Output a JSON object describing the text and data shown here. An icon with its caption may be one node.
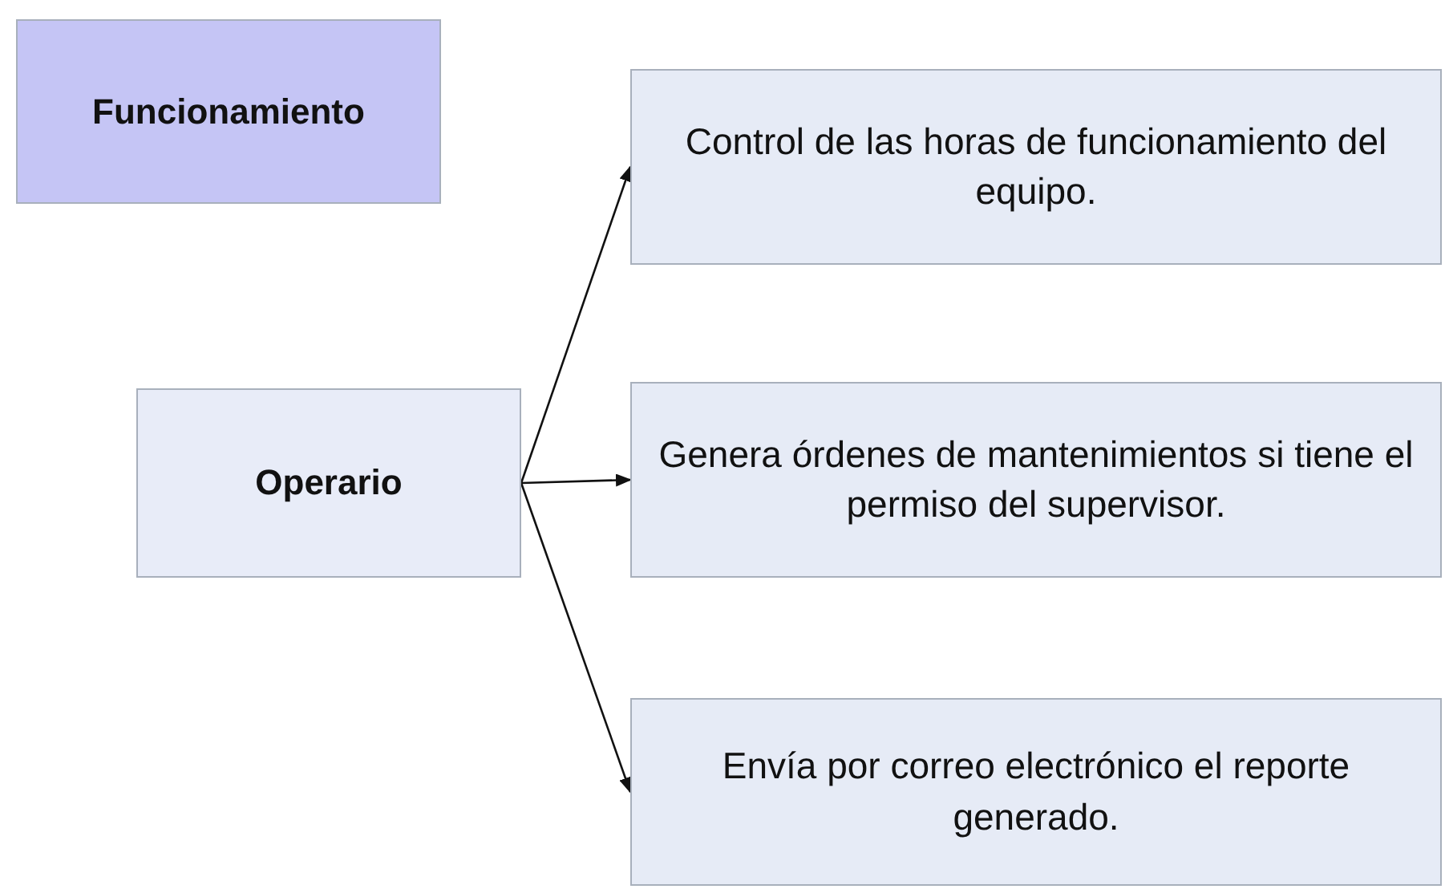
{
  "diagram": {
    "nodes": [
      {
        "text": [
          "Funcionamiento"
        ]
      },
      {
        "text": [
          "Operario"
        ]
      },
      {
        "text": [
          "Control de las horas de funcionamiento del equipo."
        ]
      },
      {
        "text": [
          "Genera órdenes de mantenimientos si tiene el permiso del supervisor."
        ]
      },
      {
        "text": [
          "Envía por correo electrónico el reporte generado."
        ]
      }
    ],
    "edges": [
      {
        "from": 1,
        "to": 2,
        "arrow": "to"
      },
      {
        "from": 1,
        "to": 3,
        "arrow": "to"
      },
      {
        "from": 1,
        "to": 4,
        "arrow": "to"
      }
    ]
  }
}
